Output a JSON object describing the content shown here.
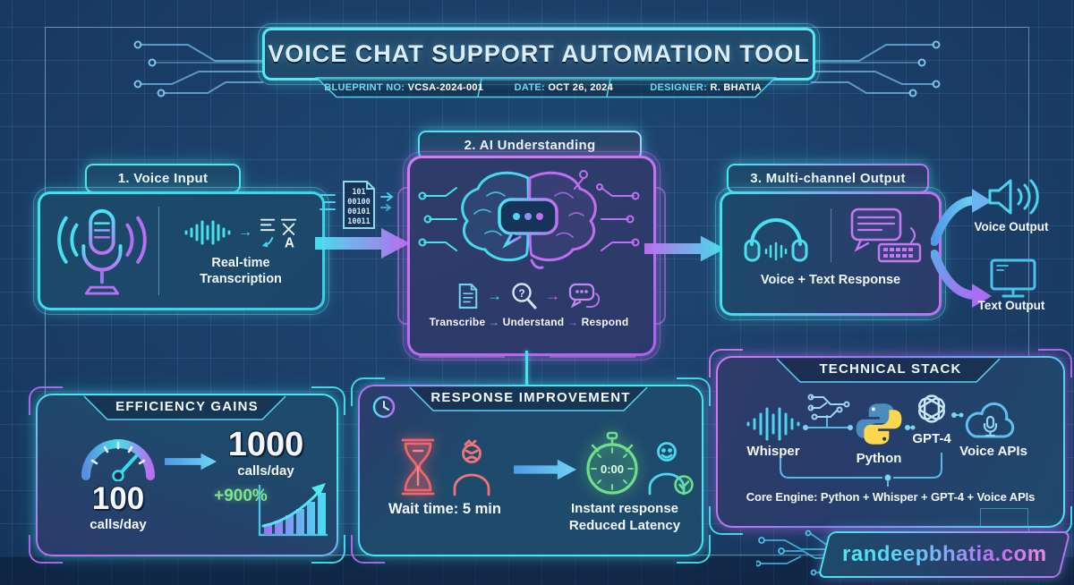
{
  "header": {
    "title": "VOICE CHAT SUPPORT AUTOMATION TOOL",
    "meta": [
      {
        "label": "BLUEPRINT NO:",
        "value": "VCSA-2024-001"
      },
      {
        "label": "DATE:",
        "value": "OCT 26, 2024"
      },
      {
        "label": "DESIGNER:",
        "value": "R. BHATIA"
      }
    ]
  },
  "flow": {
    "step1": {
      "tab": "1. Voice Input",
      "arrow": "→",
      "caption1": "Real-time",
      "caption2": "Transcription"
    },
    "binary": [
      "101",
      "00100",
      "00101",
      "10011"
    ],
    "step2": {
      "tab": "2. AI Understanding",
      "steps": [
        "Transcribe",
        "Understand",
        "Respond"
      ],
      "arrow": "→"
    },
    "step3": {
      "tab": "3. Multi-channel Output",
      "caption": "Voice + Text Response"
    },
    "outputs": [
      {
        "label": "Voice Output"
      },
      {
        "label": "Text Output"
      }
    ]
  },
  "panels": {
    "efficiency": {
      "title": "EFFICIENCY GAINS",
      "before_value": "100",
      "before_unit": "calls/day",
      "after_value": "1000",
      "after_unit": "calls/day",
      "delta": "+900%"
    },
    "response": {
      "title": "RESPONSE IMPROVEMENT",
      "before": "Wait time: 5 min",
      "timer": "0:00",
      "after1": "Instant response",
      "after2": "Reduced Latency"
    },
    "stack": {
      "title": "TECHNICAL STACK",
      "items": [
        "Whisper",
        "Python",
        "GPT-4",
        "Voice APIs"
      ],
      "core": "Core Engine: Python + Whisper + GPT-4 + Voice APIs"
    }
  },
  "footer": {
    "site": "randeepbhatia.com"
  },
  "icons": {
    "microphone-icon": "svg",
    "waveform-icon": "svg",
    "translate-icon": "svg",
    "binary-document-icon": "svg",
    "brain-chip-icon": "svg",
    "document-icon": "svg",
    "magnifier-question-icon": "svg",
    "chat-bubbles-icon": "svg",
    "headphones-icon": "svg",
    "chat-keyboard-icon": "svg",
    "speaker-icon": "svg",
    "monitor-icon": "svg",
    "gauge-icon": "svg",
    "growth-chart-icon": "svg",
    "clock-icon": "svg",
    "hourglass-icon": "svg",
    "angry-person-icon": "svg",
    "stopwatch-icon": "svg",
    "happy-person-icon": "svg",
    "circuit-node-icon": "svg",
    "python-logo-icon": "svg",
    "openai-logo-icon": "svg",
    "cloud-mic-icon": "svg"
  },
  "colors": {
    "cyan": "#49e6f2",
    "purple": "#c06ef2",
    "blue_arrow": "#5fa8ec",
    "green": "#7ce58e",
    "red": "#f2636a",
    "navy_bg": "#16345c",
    "python_blue": "#4b8bbe",
    "python_yellow": "#ffd64f"
  }
}
